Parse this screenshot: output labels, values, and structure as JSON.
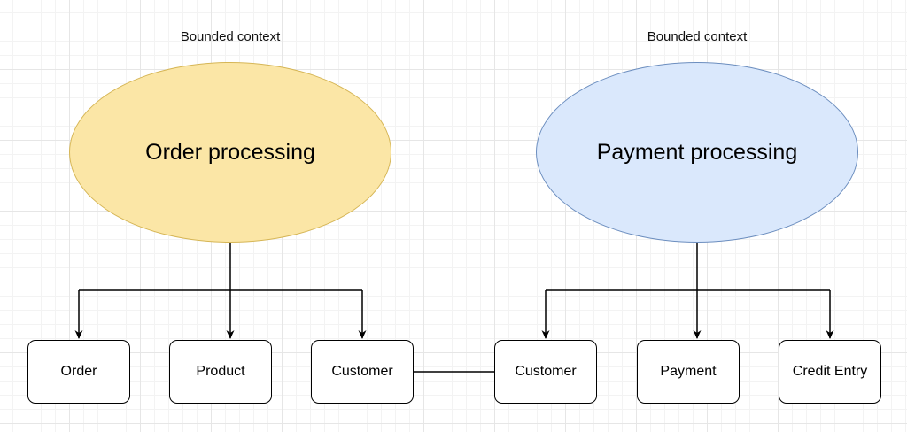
{
  "contexts": [
    {
      "label": "Bounded context",
      "title": "Order processing",
      "fill": "#fbe6a6",
      "stroke": "#d6b656",
      "entities": [
        "Order",
        "Product",
        "Customer"
      ]
    },
    {
      "label": "Bounded context",
      "title": "Payment processing",
      "fill": "#dae8fc",
      "stroke": "#6c8ebf",
      "entities": [
        "Customer",
        "Payment",
        "Credit Entry"
      ]
    }
  ]
}
